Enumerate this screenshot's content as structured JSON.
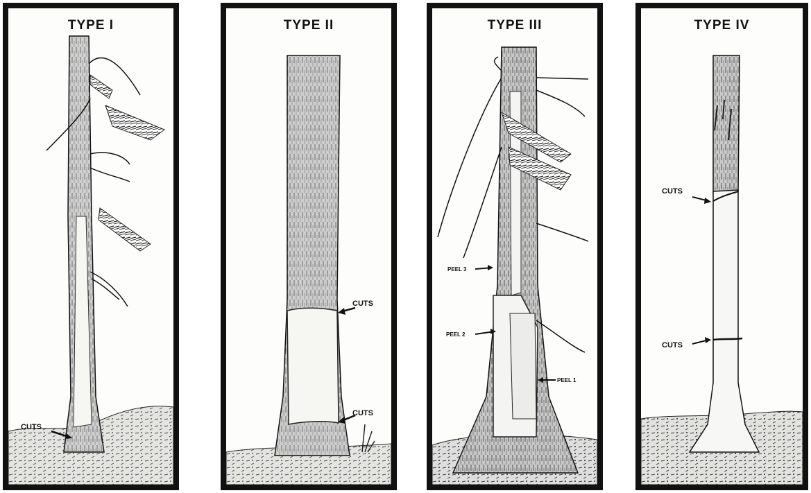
{
  "panels": [
    {
      "title": "TYPE  I",
      "labels": [
        "CUTS"
      ]
    },
    {
      "title": "TYPE II",
      "labels": [
        "CUTS",
        "CUTS"
      ]
    },
    {
      "title": "TYPE III",
      "labels": [
        "PEEL 3",
        "PEEL 2",
        "PEEL 1"
      ]
    },
    {
      "title": "TYPE  IV",
      "labels": [
        "CUTS",
        "CUTS"
      ]
    }
  ]
}
